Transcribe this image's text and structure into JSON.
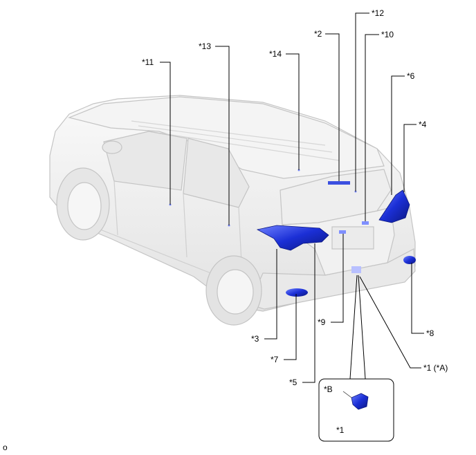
{
  "callouts": {
    "c1": "*1",
    "c1a": "*1 (*A)",
    "c2": "*2",
    "c3": "*3",
    "c4": "*4",
    "c5": "*5",
    "c6": "*6",
    "c7": "*7",
    "c8": "*8",
    "c9": "*9",
    "c10": "*10",
    "c11": "*11",
    "c12": "*12",
    "c13": "*13",
    "c14": "*14",
    "inset": "*B"
  },
  "footer": "o",
  "colors": {
    "body": "#ededed",
    "outline": "#c4c4c4",
    "highlight": "#1b2fd6"
  }
}
